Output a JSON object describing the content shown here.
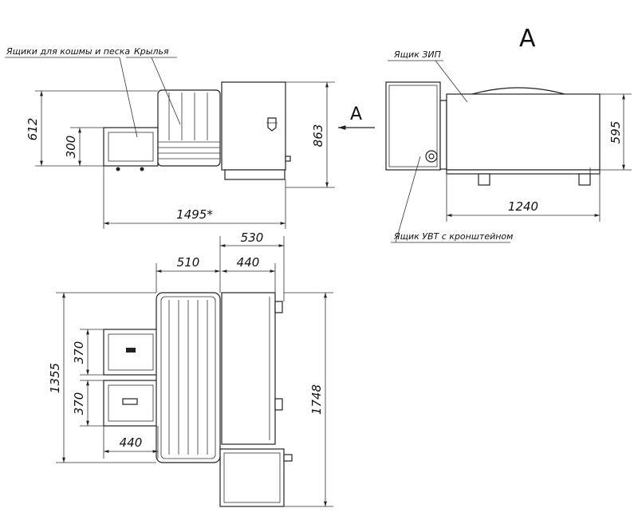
{
  "labels": {
    "boxes_litter_sand": "Ящики для кошмы и песка",
    "wings": "Крылья",
    "spare_parts_box": "Ящик ЗИП",
    "uvt_box_bracket": "Ящик УВТ с кронштейном"
  },
  "view_marks": {
    "section_letter": "A",
    "arrow_letter": "A"
  },
  "dimensions": {
    "d612": "612",
    "d300": "300",
    "d863": "863",
    "d1495": "1495*",
    "d595": "595",
    "d1240": "1240",
    "d530": "530",
    "d510": "510",
    "d440_top": "440",
    "d1355": "1355",
    "d370_upper": "370",
    "d370_lower": "370",
    "d440_bottom": "440",
    "d1748": "1748"
  }
}
